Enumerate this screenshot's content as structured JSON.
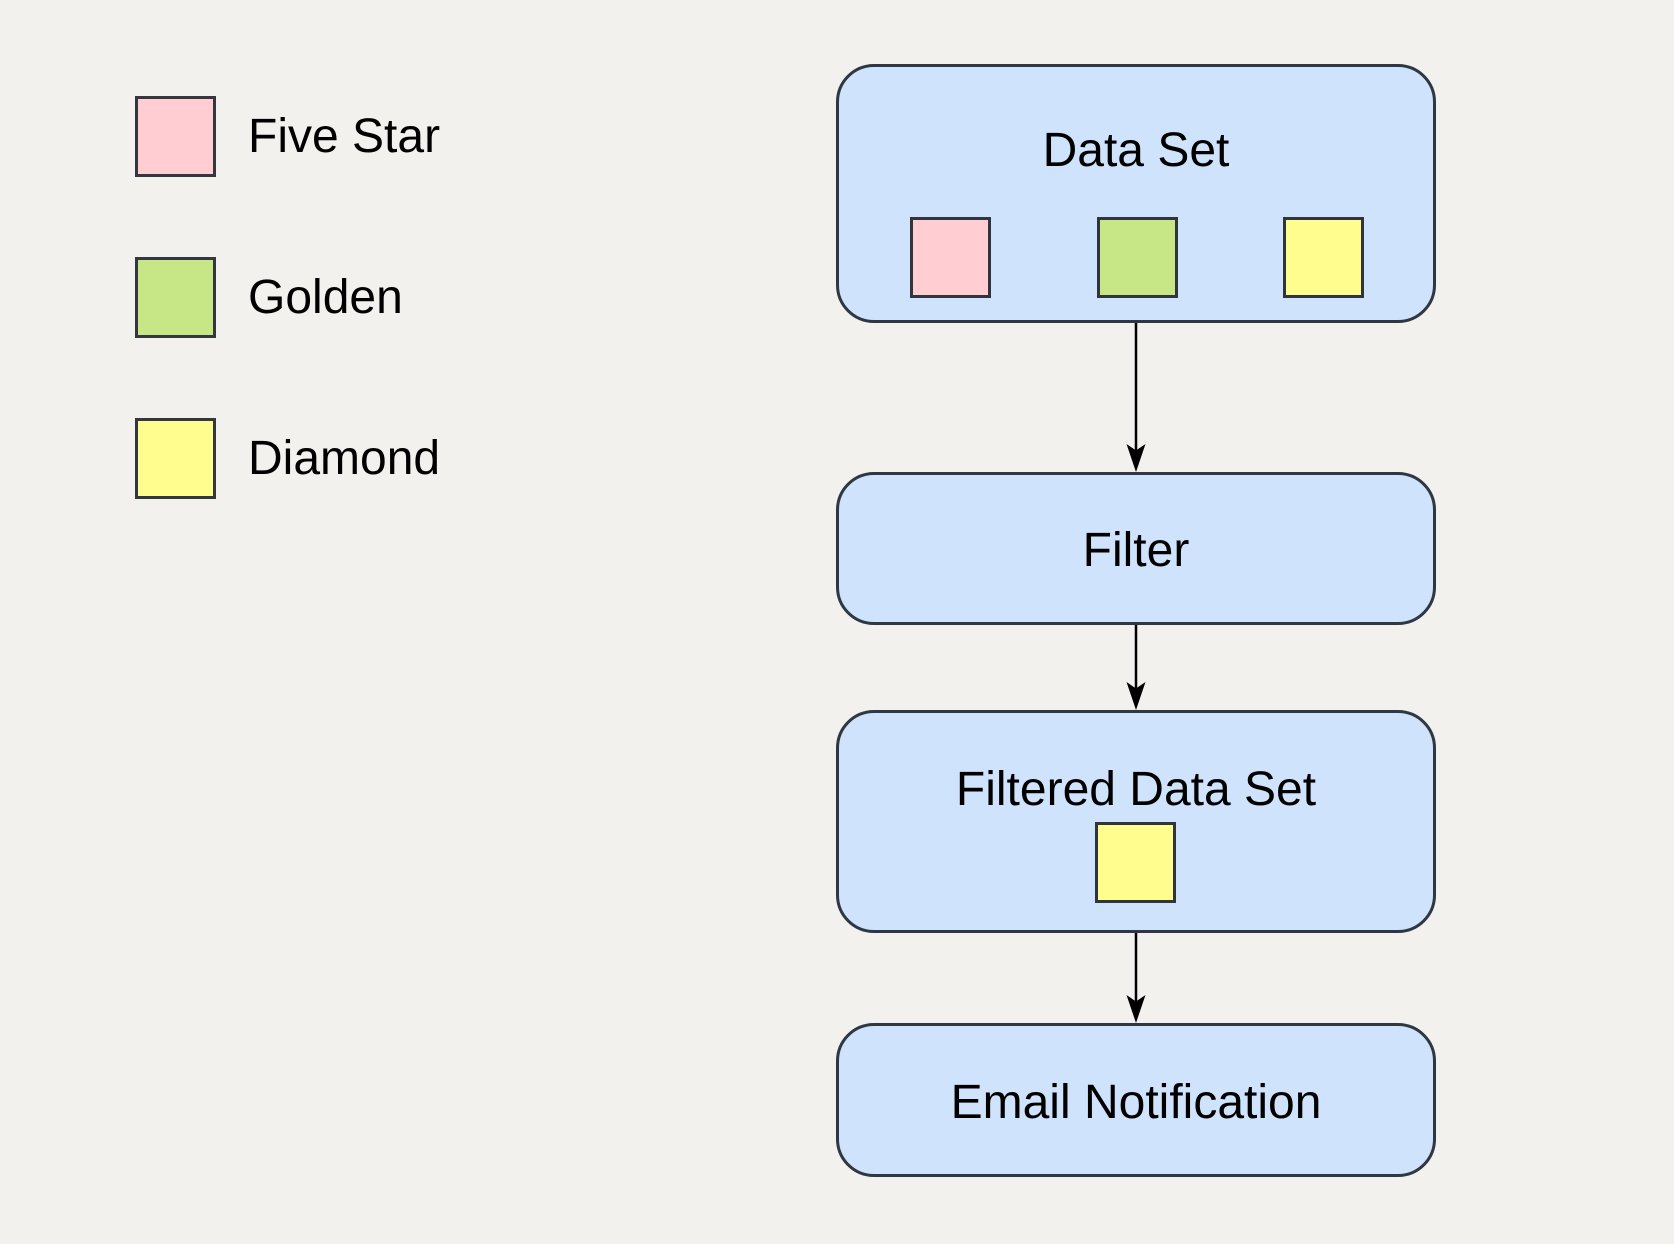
{
  "background_color": "#f2f1ed",
  "legend": {
    "items": [
      {
        "name": "five-star",
        "label": "Five Star",
        "color": "#ffcdd2"
      },
      {
        "name": "golden",
        "label": "Golden",
        "color": "#c7e786"
      },
      {
        "name": "diamond",
        "label": "Diamond",
        "color": "#fffd8d"
      }
    ]
  },
  "flow": {
    "node_fill": "#d0e3fc",
    "node_border": "#2e3743",
    "nodes": {
      "data_set": {
        "label": "Data Set",
        "chips": [
          {
            "name": "five-star",
            "color": "#ffcdd2"
          },
          {
            "name": "golden",
            "color": "#c7e786"
          },
          {
            "name": "diamond",
            "color": "#fffd8d"
          }
        ]
      },
      "filter": {
        "label": "Filter",
        "chips": []
      },
      "filtered_data_set": {
        "label": "Filtered Data Set",
        "chips": [
          {
            "name": "diamond",
            "color": "#fffd8d"
          }
        ]
      },
      "email_notification": {
        "label": "Email Notification",
        "chips": []
      }
    },
    "edges": [
      {
        "from": "data_set",
        "to": "filter"
      },
      {
        "from": "filter",
        "to": "filtered_data_set"
      },
      {
        "from": "filtered_data_set",
        "to": "email_notification"
      }
    ]
  }
}
